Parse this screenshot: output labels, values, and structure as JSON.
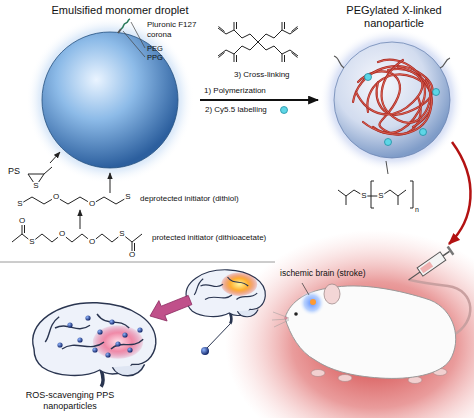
{
  "diagram": {
    "nodes": [
      {
        "text": [
          "Emulsified monomer droplet"
        ]
      },
      {
        "text": [
          "PEGylated X-linked nanoparticle"
        ]
      }
    ],
    "edges": [
      {
        "from": 0,
        "to": 1,
        "arrow": "to",
        "label": "1) Polymerization"
      }
    ],
    "labels": [
      "Pluronic F127 corona",
      "PEG",
      "PPG",
      "PS",
      "S",
      "S",
      "O",
      "O",
      "S",
      "deprotected initiator (dithiol)",
      "O",
      "S",
      "O",
      "O",
      "S",
      "O",
      "protected initiator (dithioacetate)",
      "3) Cross-linking",
      "2) Cy5.5 labelling",
      "S",
      "S",
      "n",
      "ischemic brain (stroke)",
      "ROS-scavenging PPS nanoparticles"
    ]
  }
}
